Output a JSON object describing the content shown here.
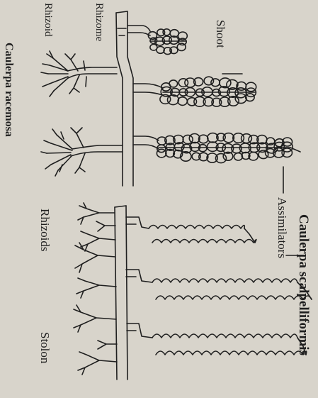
{
  "labels": {
    "shoot": "Shoot",
    "rhizome": "Rhizome",
    "rhizoid": "Rhizoid",
    "caulerpa_racemosa": "Caulerpa racemosa",
    "assimilators": "Assimilators",
    "rhizoids": "Rhizoids",
    "stolon": "Stolon",
    "caulerpa_scalpelliformis": "Caulerpa scalpelliformis"
  },
  "colors": {
    "background": "#d8d4cb",
    "ink": "#1f1f1f"
  }
}
